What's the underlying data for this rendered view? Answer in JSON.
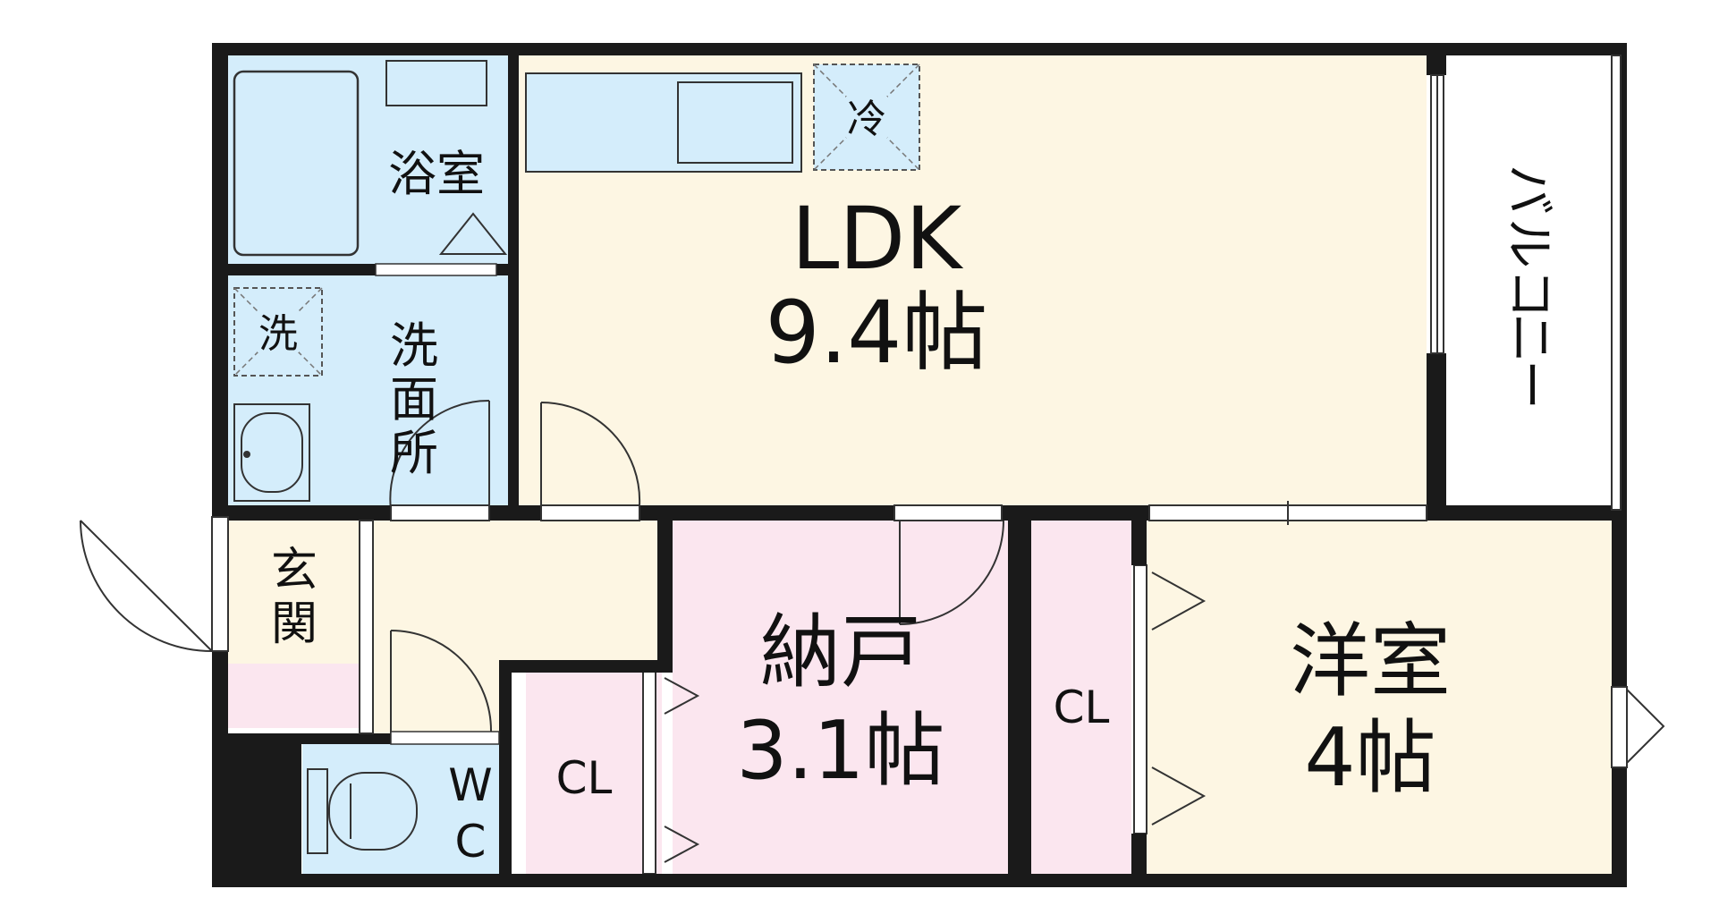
{
  "rooms": {
    "ldk": {
      "name": "LDK",
      "size": "9.4帖"
    },
    "bath": {
      "name": "浴室"
    },
    "washroom": {
      "name_chars": [
        "洗",
        "面",
        "所"
      ]
    },
    "entrance": {
      "name_chars": [
        "玄",
        "関"
      ]
    },
    "toilet": {
      "name_chars": [
        "W",
        "C"
      ]
    },
    "storage": {
      "name": "納戸",
      "size": "3.1帖"
    },
    "western": {
      "name": "洋室",
      "size": "4帖"
    },
    "balcony": {
      "name_chars": [
        "バ",
        "ル",
        "コ",
        "ニ",
        "ー"
      ]
    },
    "closet_left": {
      "name": "CL"
    },
    "closet_right": {
      "name": "CL"
    }
  },
  "fixtures": {
    "fridge": "冷",
    "washer": "洗"
  },
  "colors": {
    "wall": "#1a1a1a",
    "living_floor": "#fdf6e3",
    "wet_area": "#d4edfb",
    "storage_floor": "#fbe6ef",
    "balcony": "#ffffff"
  }
}
